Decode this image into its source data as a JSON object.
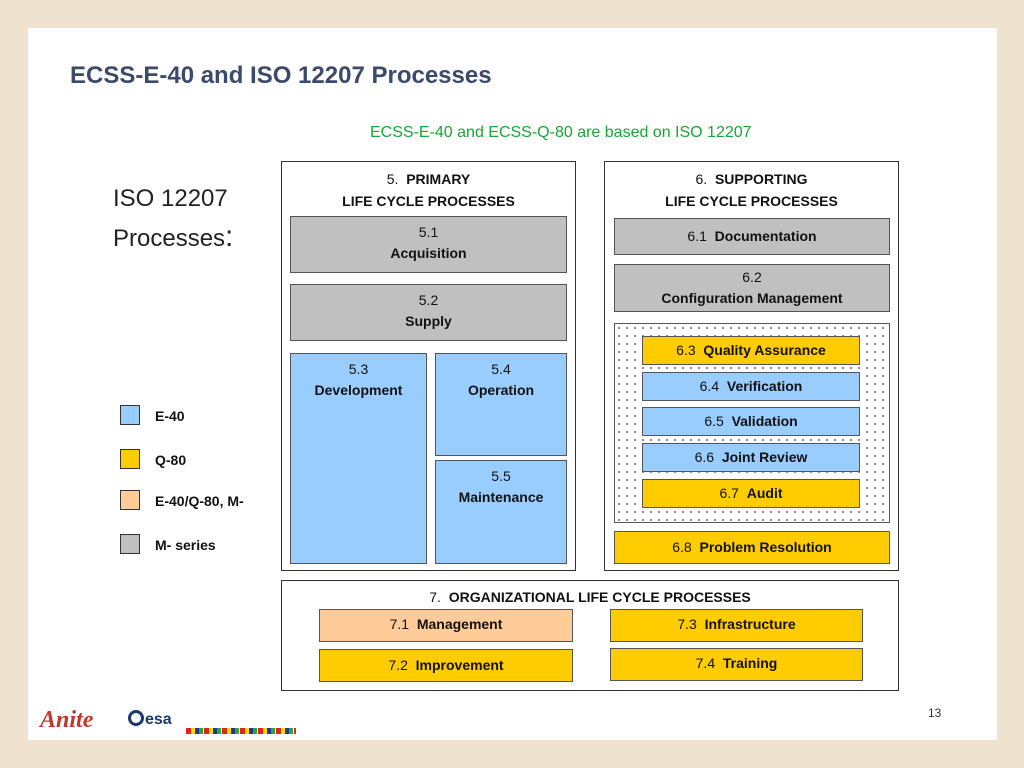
{
  "title": "ECSS-E-40 and ISO 12207 Processes",
  "subtitle": "ECSS-E-40 and ECSS-Q-80 are based on ISO 12207",
  "iso_label": {
    "line1": "ISO 12207",
    "line2": "Processes",
    "colon": ":"
  },
  "primary": {
    "num": "5.",
    "head1": "PRIMARY",
    "head2": "LIFE CYCLE PROCESSES",
    "items": [
      {
        "num": "5.1",
        "label": "Acquisition",
        "category": "M- series"
      },
      {
        "num": "5.2",
        "label": "Supply",
        "category": "M- series"
      },
      {
        "num": "5.3",
        "label": "Development",
        "category": "E-40"
      },
      {
        "num": "5.4",
        "label": "Operation",
        "category": "E-40"
      },
      {
        "num": "5.5",
        "label": "Maintenance",
        "category": "E-40"
      }
    ]
  },
  "supporting": {
    "num": "6.",
    "head1": "SUPPORTING",
    "head2": "LIFE CYCLE PROCESSES",
    "items": [
      {
        "num": "6.1",
        "label": "Documentation",
        "category": "M- series"
      },
      {
        "num": "6.2",
        "label": "Configuration Management",
        "category": "M- series"
      },
      {
        "num": "6.3",
        "label": "Quality Assurance",
        "category": "Q-80"
      },
      {
        "num": "6.4",
        "label": "Verification",
        "category": "E-40"
      },
      {
        "num": "6.5",
        "label": "Validation",
        "category": "E-40"
      },
      {
        "num": "6.6",
        "label": "Joint Review",
        "category": "E-40"
      },
      {
        "num": "6.7",
        "label": "Audit",
        "category": "Q-80"
      },
      {
        "num": "6.8",
        "label": "Problem Resolution",
        "category": "Q-80"
      }
    ]
  },
  "organizational": {
    "num": "7.",
    "head": "ORGANIZATIONAL LIFE CYCLE PROCESSES",
    "items": [
      {
        "num": "7.1",
        "label": "Management",
        "category": "E-40/Q-80, M-"
      },
      {
        "num": "7.2",
        "label": "Improvement",
        "category": "Q-80"
      },
      {
        "num": "7.3",
        "label": "Infrastructure",
        "category": "Q-80"
      },
      {
        "num": "7.4",
        "label": "Training",
        "category": "Q-80"
      }
    ]
  },
  "legend": [
    {
      "label": "E-40",
      "color": "#99ccff"
    },
    {
      "label": "Q-80",
      "color": "#ffcc00"
    },
    {
      "label": "E-40/Q-80, M-",
      "color": "#ffcc99"
    },
    {
      "label": "M- series",
      "color": "#c0c0c0"
    }
  ],
  "footer": {
    "page_number": "13",
    "logo_anite": "Anite",
    "logo_esa": "esa"
  }
}
